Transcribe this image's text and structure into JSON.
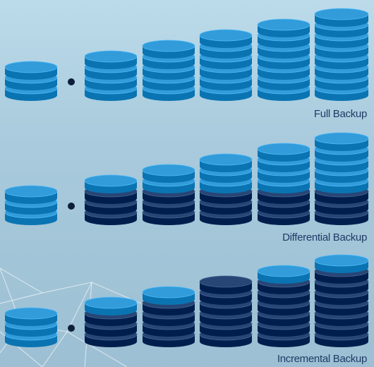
{
  "colors": {
    "light_blue": "#1c86c4",
    "dark_navy": "#12305f",
    "text": "#1f3b66",
    "background": "#a8cadc"
  },
  "rows": [
    {
      "id": "full",
      "label": "Full Backup",
      "stacks": [
        {
          "total": 3,
          "new": 3
        },
        {
          "total": 4,
          "new": 4
        },
        {
          "total": 5,
          "new": 5
        },
        {
          "total": 6,
          "new": 6
        },
        {
          "total": 7,
          "new": 7
        },
        {
          "total": 8,
          "new": 8
        }
      ]
    },
    {
      "id": "differential",
      "label": "Differential Backup",
      "stacks": [
        {
          "total": 3,
          "new": 3
        },
        {
          "total": 4,
          "new": 1
        },
        {
          "total": 5,
          "new": 2
        },
        {
          "total": 6,
          "new": 3
        },
        {
          "total": 7,
          "new": 4
        },
        {
          "total": 8,
          "new": 5
        }
      ]
    },
    {
      "id": "incremental",
      "label": "Incremental Backup",
      "stacks": [
        {
          "total": 3,
          "new": 3
        },
        {
          "total": 4,
          "new": 1
        },
        {
          "total": 5,
          "new": 1
        },
        {
          "total": 6,
          "new": 0
        },
        {
          "total": 7,
          "new": 1
        },
        {
          "total": 8,
          "new": 1
        }
      ]
    }
  ]
}
